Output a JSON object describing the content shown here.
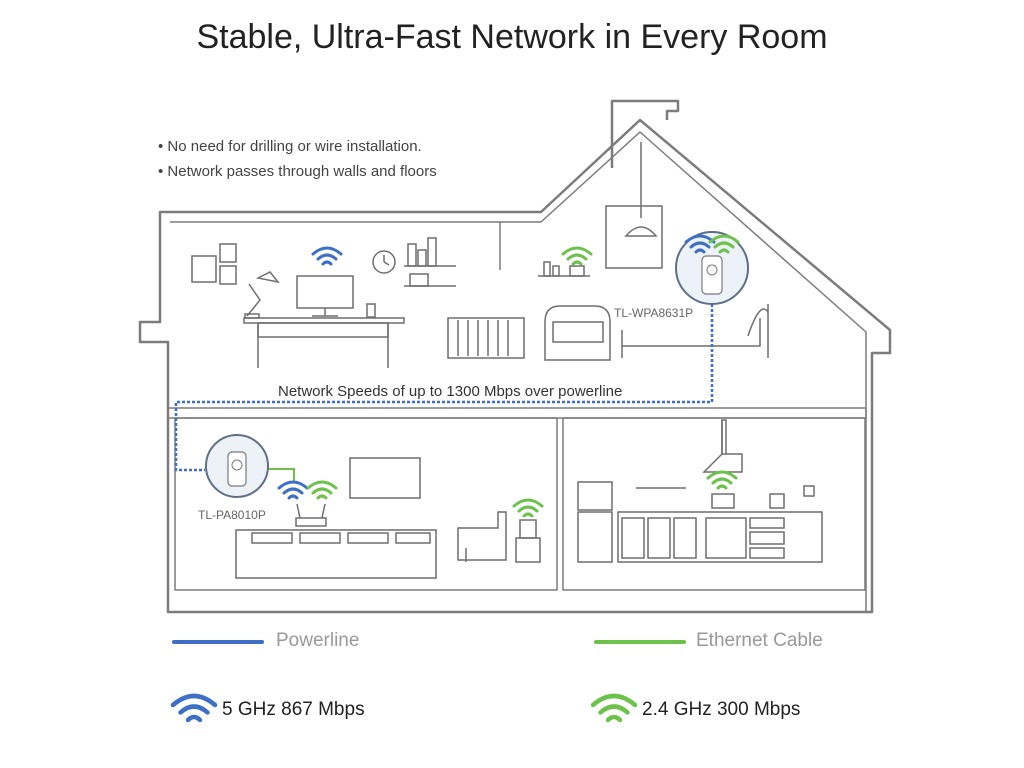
{
  "title": "Stable, Ultra-Fast Network in Every Room",
  "bullets": [
    "No need for drilling or wire installation.",
    "Network passes through walls and floors"
  ],
  "devices": {
    "upstairs": "TL-WPA8631P",
    "downstairs": "TL-PA8010P"
  },
  "speed_caption": "Network Speeds of up to 1300 Mbps over powerline",
  "legend": {
    "powerline": "Powerline",
    "ethernet": "Ethernet Cable"
  },
  "bands": {
    "band_5": "5 GHz  867 Mbps",
    "band_24": "2.4 GHz  300 Mbps"
  },
  "colors": {
    "powerline": "#3d6fc6",
    "ethernet": "#6cc24a",
    "outline": "#7c7c7c"
  }
}
